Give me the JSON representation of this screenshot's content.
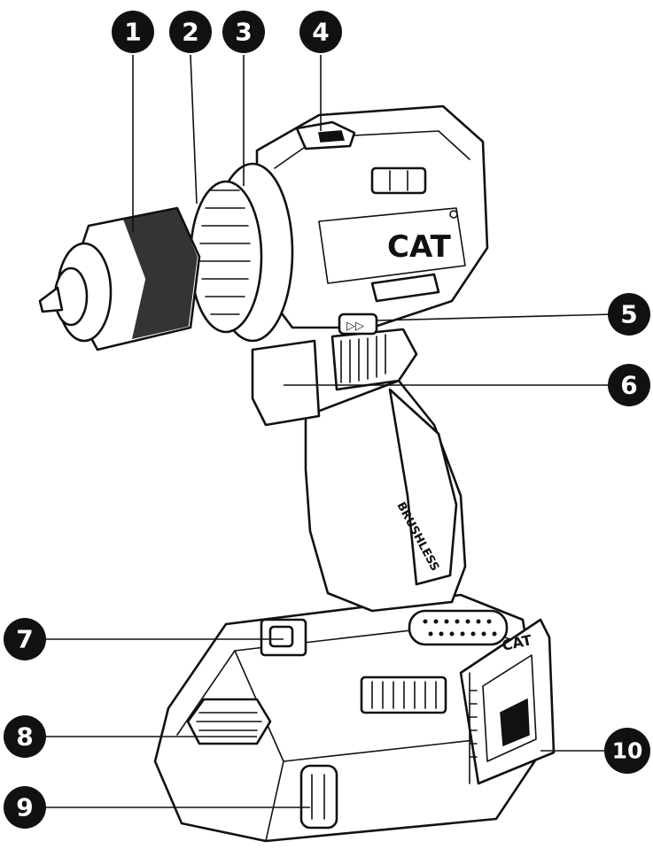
{
  "diagram": {
    "callouts": [
      {
        "number": "1"
      },
      {
        "number": "2"
      },
      {
        "number": "3"
      },
      {
        "number": "4"
      },
      {
        "number": "5"
      },
      {
        "number": "6"
      },
      {
        "number": "7"
      },
      {
        "number": "8"
      },
      {
        "number": "9"
      },
      {
        "number": "10"
      }
    ],
    "product_marks": {
      "head_logo": "CAT",
      "battery_logo": "CAT",
      "grip_label": "BRUSHLESS",
      "direction_symbol": "▷▷"
    },
    "colors": {
      "ink": "#111111",
      "background": "#ffffff"
    }
  }
}
